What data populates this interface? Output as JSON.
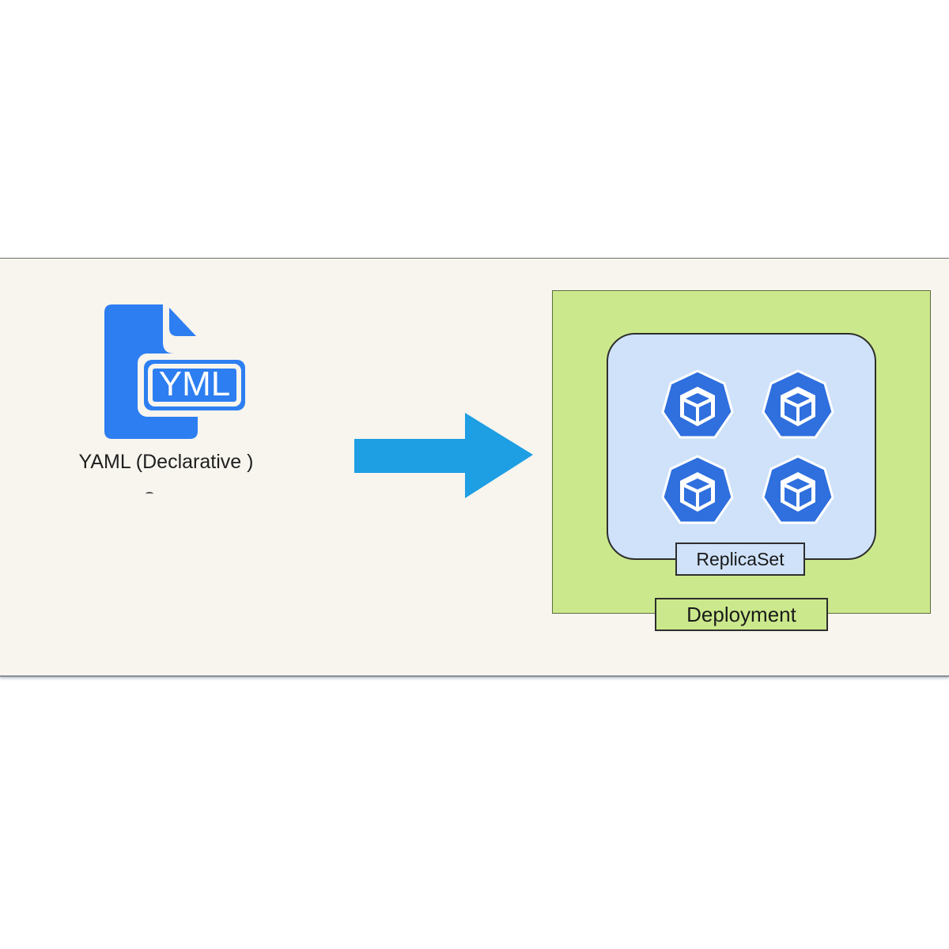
{
  "yaml": {
    "icon_text": "YML",
    "label": "YAML (Declarative )"
  },
  "replicaset": {
    "label": "ReplicaSet",
    "pod_count": 4
  },
  "deployment": {
    "label": "Deployment"
  },
  "colors": {
    "panel_bg": "#f7f5ee",
    "yaml_icon_blue": "#2d7ef1",
    "arrow_blue": "#1e9ee3",
    "deployment_green": "#cbe98c",
    "replicaset_blue": "#cfe2fa",
    "pod_blue": "#2f6fde"
  },
  "icons": [
    "yaml-file-icon",
    "arrow-right-icon",
    "kubernetes-pod-icon"
  ]
}
